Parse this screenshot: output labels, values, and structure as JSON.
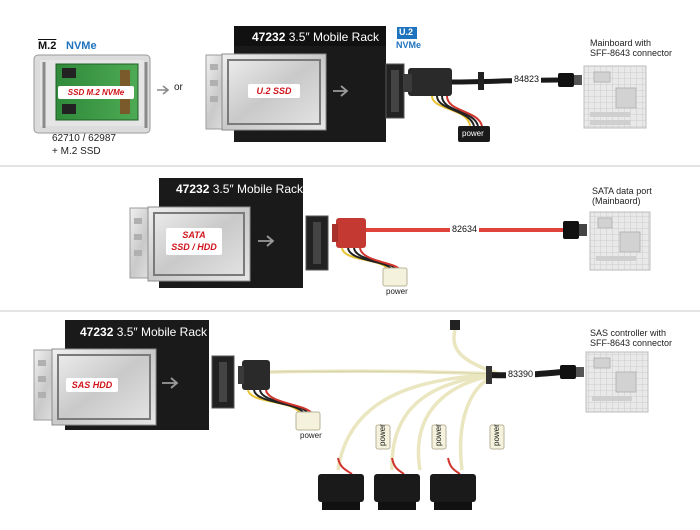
{
  "section1": {
    "m2_label": "M.2",
    "nvme_label": "NVMe",
    "or_label": "or",
    "m2_drive_label": "SSD M.2 NVMe",
    "m2_caption_line1": "62710 / 62987",
    "m2_caption_line2": "+ M.2 SSD",
    "rack_number": "47232",
    "rack_title": "3.5″ Mobile Rack",
    "drive_label": "U.2 SSD",
    "u2_badge": "U.2",
    "u2_nvme": "NVMe",
    "cable_code": "84823",
    "power_label": "power",
    "target_line1": "Mainboard with",
    "target_line2": "SFF-8643 connector"
  },
  "section2": {
    "rack_number": "47232",
    "rack_title": "3.5″ Mobile Rack",
    "drive_label_line1": "SATA",
    "drive_label_line2": "SSD / HDD",
    "cable_code": "82634",
    "power_label": "power",
    "target_line1": "SATA data port",
    "target_line2": "(Mainbaord)"
  },
  "section3": {
    "rack_number": "47232",
    "rack_title": "3.5″ Mobile Rack",
    "drive_label": "SAS HDD",
    "cable_code": "83390",
    "power_labels": [
      "power",
      "power",
      "power",
      "power"
    ],
    "target_line1": "SAS controller with",
    "target_line2": "SFF-8643 connector"
  },
  "colors": {
    "rack_black": "#1a1a1a",
    "sata_red": "#e0433b",
    "accent_blue": "#1e73be",
    "drive_red": "#d0141c",
    "divider": "#c8c8c8"
  }
}
